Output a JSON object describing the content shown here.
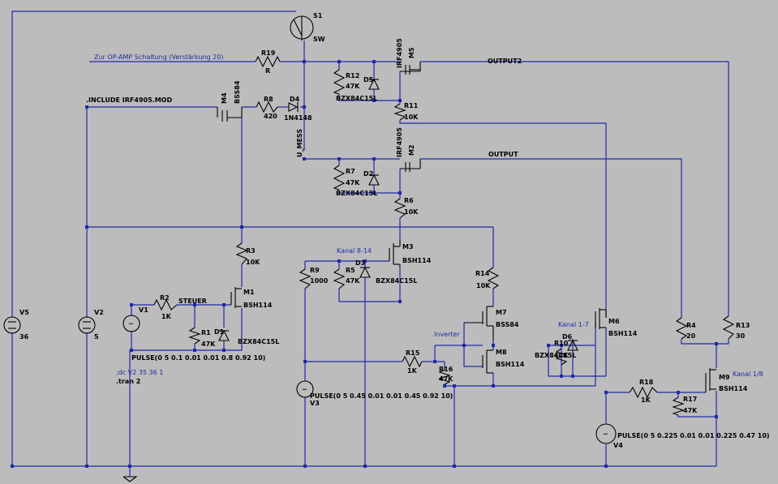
{
  "net_labels": {
    "op_amp": "Zur OP-AMP Schaltung (Verstärkung 20)",
    "include": ".INCLUDE IRF4905.MOD",
    "output2": "OUTPUT2",
    "output": "OUTPUT",
    "u_mess": "U_MESS",
    "steuer": "STEUER",
    "kanal_8_14": "Kanal 8-14",
    "kanal_1_7": "Kanal 1-7",
    "kanal_1_8": "Kanal 1/8",
    "inverter": "Inverter"
  },
  "directives": {
    "dc": ";dc V2 35 36 1",
    "tran": ".tran 2"
  },
  "components": {
    "S1": {
      "name": "S1",
      "value": "SW"
    },
    "R19": {
      "name": "R19",
      "value": "R"
    },
    "R12": {
      "name": "R12",
      "value": "47K"
    },
    "D5": {
      "name": "D5",
      "value": "BZX84C15L"
    },
    "M5": {
      "name": "M5",
      "value": "IRF4905"
    },
    "R11": {
      "name": "R11",
      "value": "10K"
    },
    "M4": {
      "name": "M4",
      "value": "BSS84"
    },
    "R8": {
      "name": "R8",
      "value": "420"
    },
    "D4": {
      "name": "D4",
      "value": "1N4148"
    },
    "R7": {
      "name": "R7",
      "value": "47K"
    },
    "D2": {
      "name": "D2",
      "value": "BZX84C15L"
    },
    "M2": {
      "name": "M2",
      "value": "IRF4905"
    },
    "R6": {
      "name": "R6",
      "value": "10K"
    },
    "M3": {
      "name": "M3",
      "value": "BSH114"
    },
    "R9": {
      "name": "R9",
      "value": "1000"
    },
    "R5": {
      "name": "R5",
      "value": "47K"
    },
    "D3": {
      "name": "D3",
      "value": "BZX84C15L"
    },
    "R3": {
      "name": "R3",
      "value": "10K"
    },
    "M1": {
      "name": "M1",
      "value": "BSH114"
    },
    "R2": {
      "name": "R2",
      "value": "1K"
    },
    "V1": {
      "name": "V1",
      "value": "PULSE(0 5 0.1 0.01 0.01 0.8 0.92 10)"
    },
    "R1": {
      "name": "R1",
      "value": "47K"
    },
    "D1": {
      "name": "D1",
      "value": "BZX84C15L"
    },
    "V5": {
      "name": "V5",
      "value": "36"
    },
    "V2": {
      "name": "V2",
      "value": "5"
    },
    "R14": {
      "name": "R14",
      "value": "10K"
    },
    "M7": {
      "name": "M7",
      "value": "BSS84"
    },
    "M8": {
      "name": "M8",
      "value": "BSH114"
    },
    "R15": {
      "name": "R15",
      "value": "1K"
    },
    "R16": {
      "name": "R16",
      "value": "47K"
    },
    "V3": {
      "name": "V3",
      "value": "PULSE(0 5 0.45 0.01 0.01 0.45 0.92 10)"
    },
    "M6": {
      "name": "M6",
      "value": "BSH114"
    },
    "R10": {
      "name": "R10",
      "value": "47K"
    },
    "D6": {
      "name": "D6",
      "value": "BZX84C15L"
    },
    "R4": {
      "name": "R4",
      "value": "20"
    },
    "R13": {
      "name": "R13",
      "value": "30"
    },
    "M9": {
      "name": "M9",
      "value": "BSH114"
    },
    "R18": {
      "name": "R18",
      "value": "1K"
    },
    "R17": {
      "name": "R17",
      "value": "47K"
    },
    "V4": {
      "name": "V4",
      "value": "PULSE(0 5 0.225 0.01 0.01 0.225 0.47 10)"
    }
  }
}
